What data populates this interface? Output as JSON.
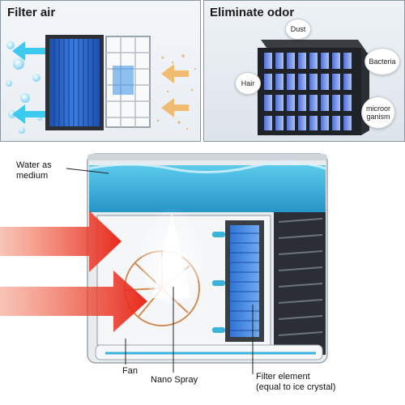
{
  "filter_air": {
    "title": "Filter air"
  },
  "eliminate_odor": {
    "title": "Eliminate odor",
    "bubbles": [
      "Dust",
      "Bacteria",
      "Hair",
      "microor ganism"
    ]
  },
  "cooler": {
    "labels": {
      "water_line1": "Water as",
      "water_line2": "medium",
      "fan": "Fan",
      "nano_spray": "Nano Spray",
      "filter_line1": "Filter element",
      "filter_line2": "(equal to ice crystal)"
    }
  },
  "colors": {
    "filter_blue": "#2e6fd1",
    "water": "#3ab3dd",
    "heat_arrow": "#e8291c",
    "airflow_cyan": "#35c6ee",
    "warm_air": "#f2b25c"
  }
}
